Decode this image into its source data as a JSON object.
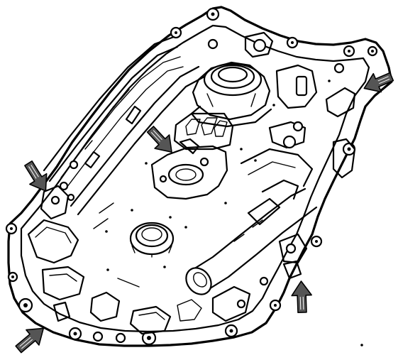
{
  "colors": {
    "background": "#ffffff",
    "line": "#000000"
  },
  "icons": {
    "arrow": "callout-arrow-icon"
  },
  "callouts": [
    {
      "id": "upper-right-mount",
      "icon": "callout-arrow-icon"
    },
    {
      "id": "center-valve-pad",
      "icon": "callout-arrow-icon"
    },
    {
      "id": "left-edge-bolt",
      "icon": "callout-arrow-icon"
    },
    {
      "id": "lower-right-boss",
      "icon": "callout-arrow-icon"
    },
    {
      "id": "lower-left-corner",
      "icon": "callout-arrow-icon"
    }
  ]
}
